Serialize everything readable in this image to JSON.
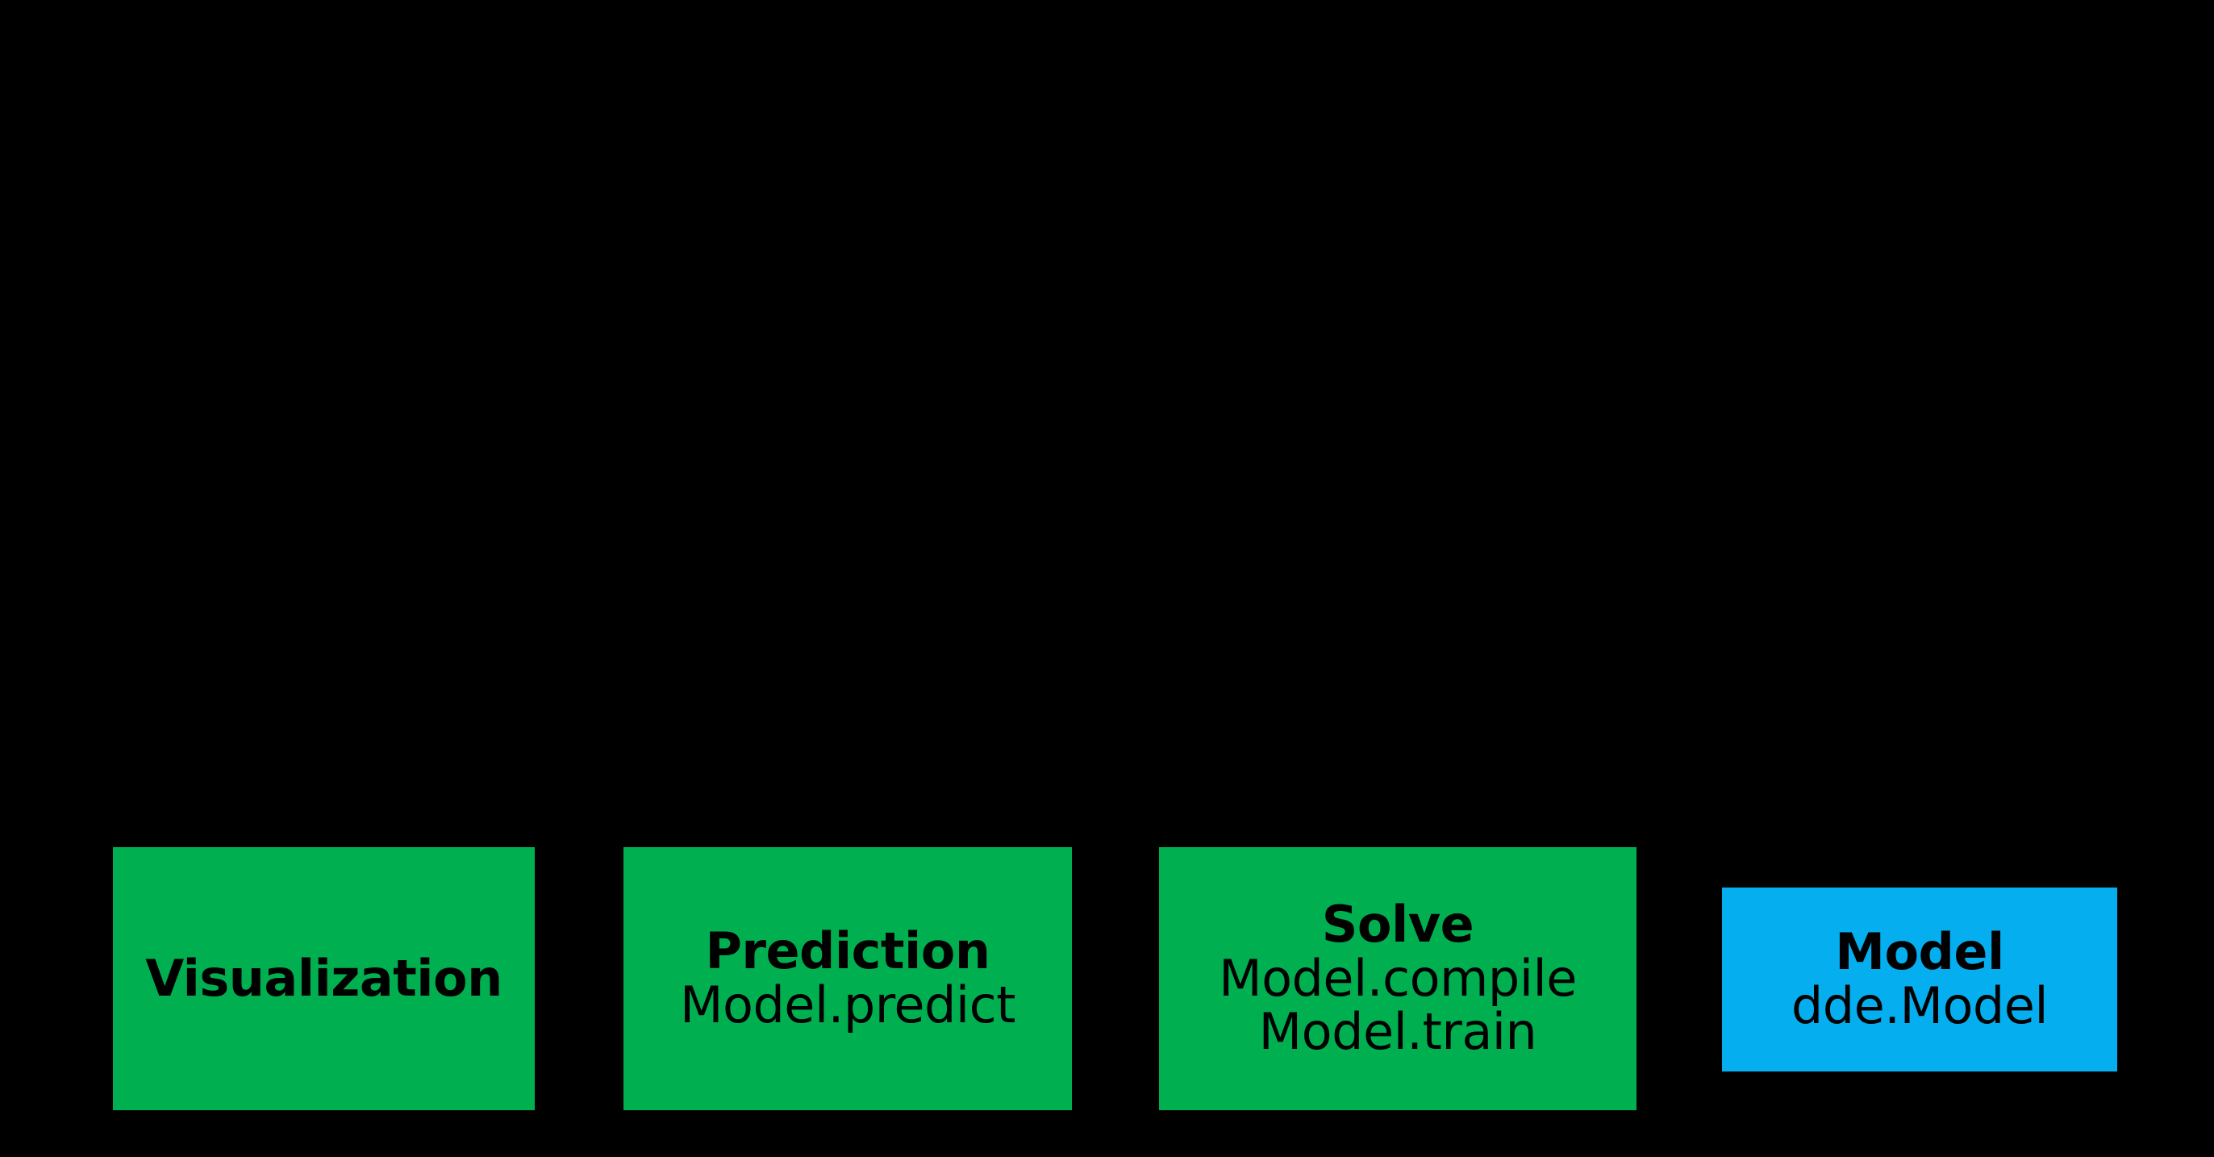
{
  "diagram": {
    "background_color": "#000000",
    "nodes": [
      {
        "id": "visualization",
        "title": "Visualization",
        "sub": "",
        "fill": "#00B050",
        "text_color": "#000000"
      },
      {
        "id": "prediction",
        "title": "Prediction",
        "sub": "Model.predict",
        "fill": "#00B050",
        "text_color": "#000000"
      },
      {
        "id": "solve",
        "title": "Solve",
        "sub": "Model.compile",
        "sub2": "Model.train",
        "fill": "#00B050",
        "text_color": "#000000"
      },
      {
        "id": "model",
        "title": "Model",
        "sub": "dde.Model",
        "fill": "#05AEEF",
        "text_color": "#000000"
      }
    ]
  }
}
